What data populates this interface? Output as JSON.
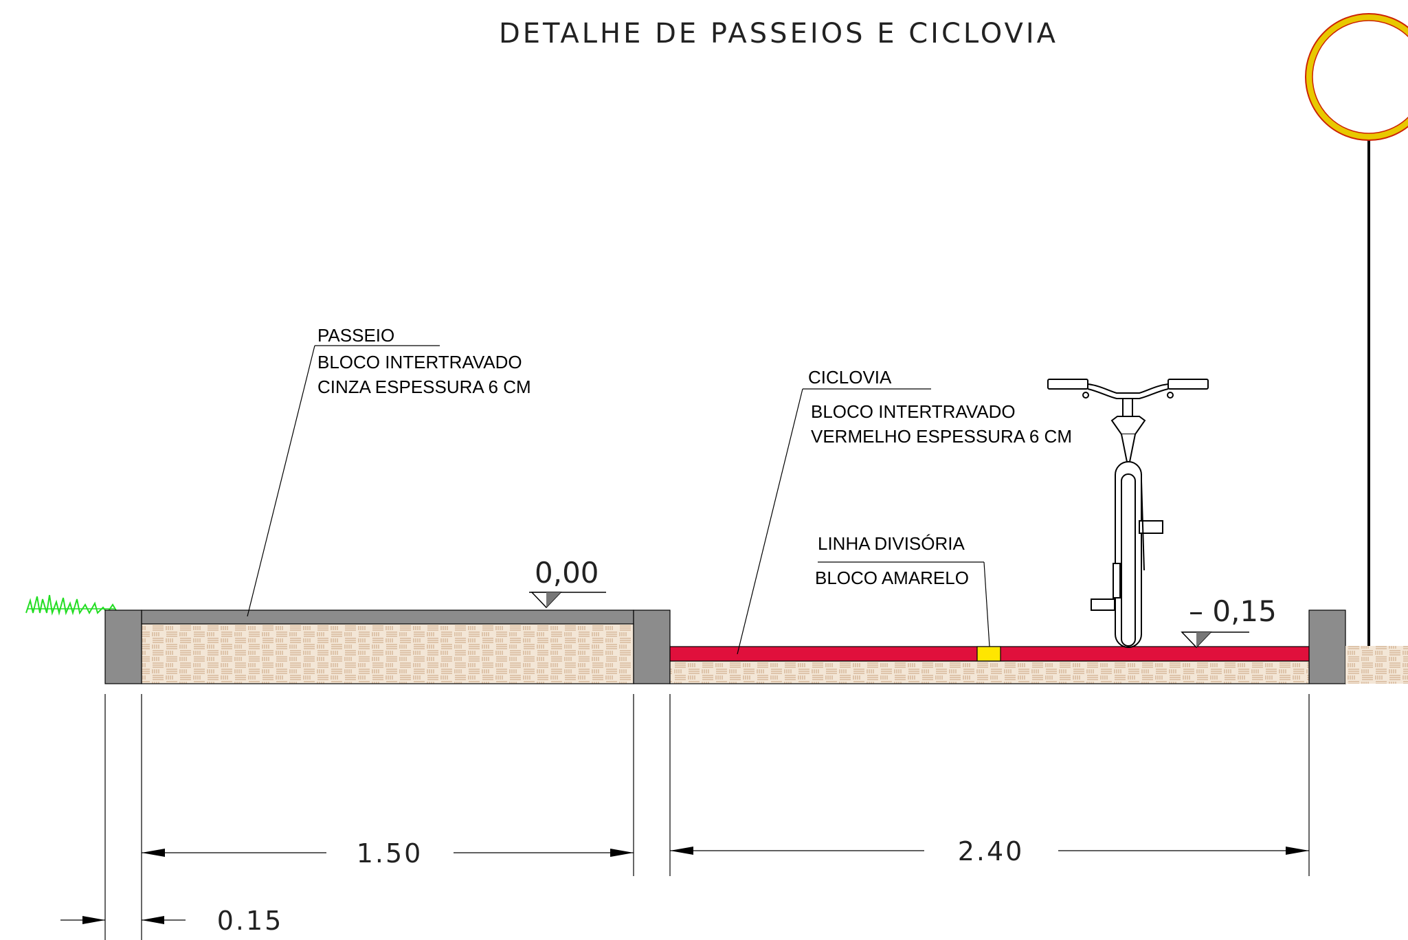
{
  "title": "DETALHE DE PASSEIOS E CICLOVIA",
  "labels": {
    "passeio": {
      "name": "PASSEIO",
      "line1": "BLOCO INTERTRAVADO",
      "line2": "CINZA ESPESSURA 6 CM"
    },
    "ciclovia": {
      "name": "CICLOVIA",
      "line1": "BLOCO INTERTRAVADO",
      "line2": "VERMELHO ESPESSURA 6 CM"
    },
    "divisoria": {
      "name": "LINHA DIVISÓRIA",
      "line1": "BLOCO AMARELO"
    }
  },
  "levels": {
    "passeio": "0,00",
    "ciclovia": "– 0,15"
  },
  "dimensions": {
    "passeio_width": "1.50",
    "ciclovia_width": "2.40",
    "curb_width": "0.15"
  },
  "colors": {
    "curb": "#8c8c8c",
    "passeio_surface": "#8c8c8c",
    "ciclovia_surface": "#e0103c",
    "divisoria_block": "#ffe600",
    "pavers": "#f3e6d6",
    "paver_lines": "#c9a27e",
    "grass": "#22dd22",
    "sign_ring": "#e8c800",
    "sign_outline": "#cc2200"
  }
}
